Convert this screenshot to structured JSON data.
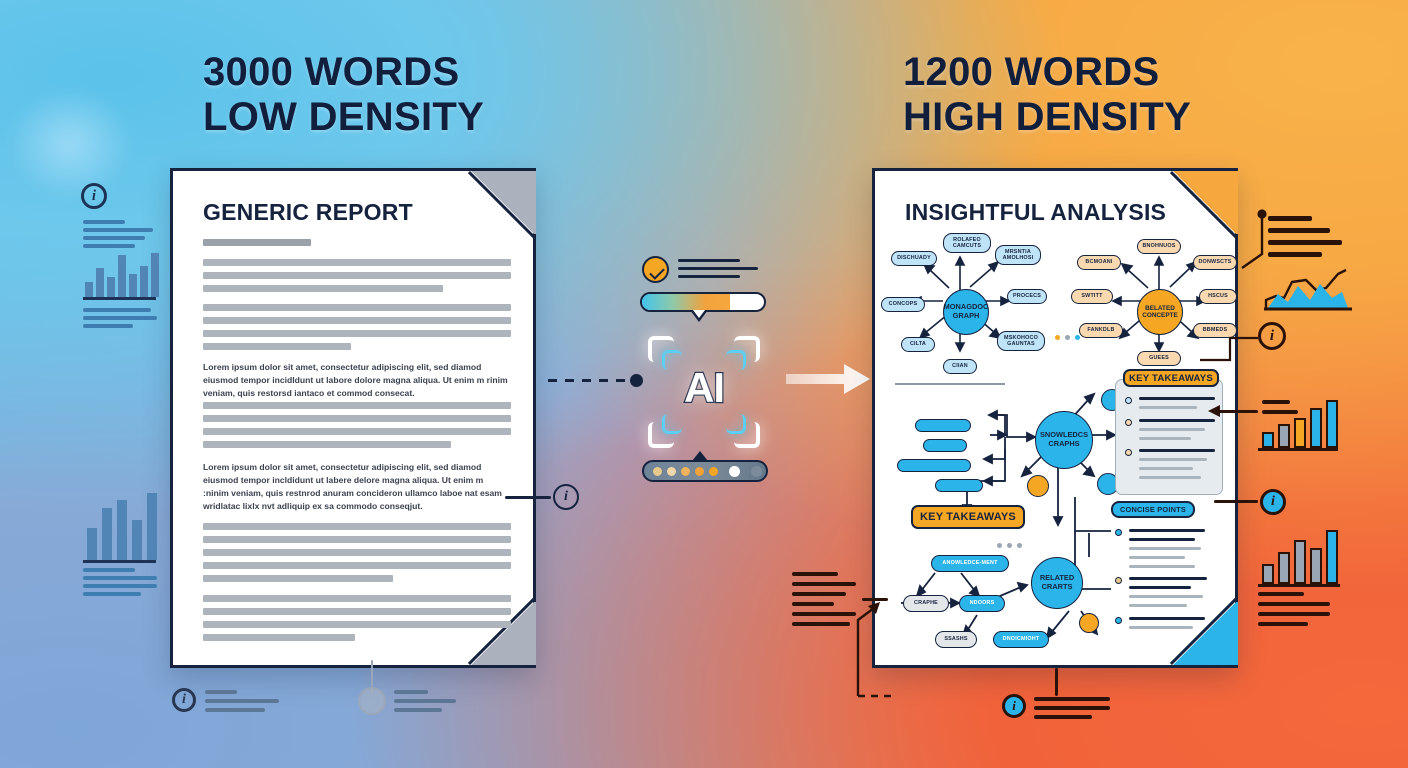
{
  "headings": {
    "left_line1": "3000 WORDS",
    "left_line2": "LOW DENSITY",
    "right_line1": "1200 WORDS",
    "right_line2": "HIGH DENSITY"
  },
  "left_document": {
    "title": "GENERIC REPORT",
    "paragraph_1": "Lorem ipsum dolor sit amet, consectetur adipiscing elit, sed diamod eiusmod tempor incidIdunt ut labore dolore magna aliqua. Ut enim m rinim veniam, quis restorsd iantaco et commod consecat.",
    "paragraph_2": "Lorem ipsum dolor sit amet, consectetur adipiscing elit, sed diamod eiusmod tempor incldidunt ut labere delore magna aliqua. Ut enim m :ninim veniam, quis restnrod anuram concideron ullamco laboe nat esam wridlatac lixlx nvt adliquip ex sa commodo conseqjut."
  },
  "ai_module": {
    "label": "AI",
    "check_icon": "check-circle-icon",
    "progress_percent": 72,
    "pill_dots": [
      "#e8c98c",
      "#f0d7a8",
      "#f2b25c",
      "#f3a23a",
      "#f5a623",
      "#ffffff",
      "#7c8b99"
    ]
  },
  "right_document": {
    "title": "INSIGHTFUL ANALYSIS",
    "hub_main": "SNOWLEDCS CRAPHS",
    "hub_blue": "MONAGDOC GRAPH",
    "hub_orange": "BELATED CONCEPTE",
    "hub_bottom": "RELATED CRARTS",
    "badge_takeaways_top": "KEY TAKEAWAYS",
    "badge_takeaways_mid": "KEY TAKEAWAYS",
    "badge_concise_points": "CONCISE POINTS",
    "blue_cluster_nodes": [
      "ROLAFEO CAMCUTS",
      "MRSNTIA AMOLHOSI",
      "DISCHUADY",
      "PROCECS",
      "CONCOPS",
      "MSKOHOCO GAUNTAS",
      "CILTA",
      "CIIAN"
    ],
    "orange_cluster_nodes": [
      "BNOHNUOS",
      "BCMOANI",
      "DONWSCTS",
      "SWTITT",
      "HSCUS",
      "FANKDLB",
      "BBMEDS",
      "GUEES"
    ],
    "flow_nodes": [
      "ANOWLEDCE-MENT",
      "CRAPHE",
      "NDOORS",
      "SSASHS",
      "DNOICMIOHT"
    ]
  },
  "decorations": {
    "info_icon": "info-icon",
    "left_top": {
      "icon": "info-icon",
      "chart": "bar-chart-icon"
    },
    "left_bottom": {
      "chart": "bar-chart-icon"
    },
    "right_top": {
      "chart": "area-line-chart-icon",
      "icon": "info-icon"
    },
    "right_mid": {
      "chart": "ascending-bar-chart-icon",
      "icon": "info-icon"
    },
    "right_bottom": {
      "chart": "bar-chart-icon"
    },
    "bottom_left": {
      "icon": "info-icon",
      "marker": "circle-marker"
    },
    "bottom_center": {
      "icon": "info-icon"
    }
  },
  "colors": {
    "ink": "#16233f",
    "blue": "#2ab4ea",
    "blue_light": "#bfe3f7",
    "orange": "#f5a623",
    "orange_light": "#fbd9b0",
    "grey": "#aeb4bb",
    "paper": "#ffffff"
  },
  "chart_data": {
    "type": "bar",
    "title": "",
    "charts": [
      {
        "name": "left-top-bar-chart",
        "values": [
          30,
          62,
          44,
          92,
          50,
          66,
          86
        ],
        "color": "#4a7fa8"
      },
      {
        "name": "left-bottom-bar-chart",
        "values": [
          52,
          76,
          88,
          62,
          100
        ],
        "color": "#4a7fa8"
      },
      {
        "name": "right-top-area-chart",
        "values": [
          18,
          34,
          30,
          58,
          62,
          44,
          52,
          78
        ],
        "color": "#2ab4ea"
      },
      {
        "name": "right-mid-bar-chart",
        "values": [
          32,
          58,
          74,
          88,
          100
        ],
        "colors": [
          "#2ab4ea",
          "#9aa6b5",
          "#f5a623",
          "#2ab4ea",
          "#2ab4ea"
        ]
      },
      {
        "name": "right-bottom-bar-chart",
        "values": [
          38,
          62,
          86,
          72,
          100
        ],
        "colors": [
          "#9aa6b5",
          "#9aa6b5",
          "#9aa6b5",
          "#9aa6b5",
          "#2ab4ea"
        ]
      }
    ],
    "xlabel": "",
    "ylabel": "",
    "grid": false,
    "legend": false
  }
}
